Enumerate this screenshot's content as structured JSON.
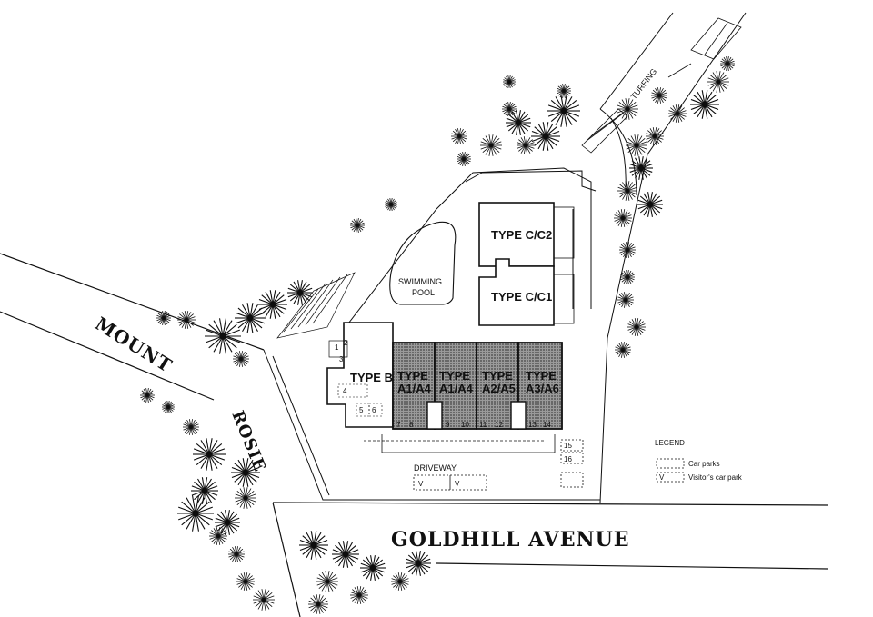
{
  "roads": {
    "mount": "MOUNT",
    "rosie": "ROSIE",
    "goldhill": "GOLDHILL AVENUE"
  },
  "site": {
    "turfing": "TURFING",
    "pool": [
      "SWIMMING",
      "POOL"
    ],
    "driveway": "DRIVEWAY"
  },
  "units": {
    "c2": "TYPE C/C2",
    "c1": "TYPE C/C1",
    "b": "TYPE B",
    "a1": [
      "TYPE",
      "A1/A4"
    ],
    "a1b": [
      "TYPE",
      "A1/A4"
    ],
    "a2": [
      "TYPE",
      "A2/A5"
    ],
    "a3": [
      "TYPE",
      "A3/A6"
    ]
  },
  "parking": {
    "p1": "1",
    "p2": "2",
    "p3": "3",
    "p4": "4",
    "p5": "5",
    "p6": "6",
    "p7": "7",
    "p8": "8",
    "p9": "9",
    "p10": "10",
    "p11": "11",
    "p12": "12",
    "p13": "13",
    "p14": "14",
    "p15": "15",
    "p16": "16",
    "v": "V"
  },
  "legend": {
    "title": "LEGEND",
    "car_parks": "Car parks",
    "visitor_symbol": "V",
    "visitor": "Visitor's car park"
  },
  "colors": {
    "ink": "#111111",
    "hatch": "#8a8a8a",
    "tree": "#0d0d0d"
  }
}
